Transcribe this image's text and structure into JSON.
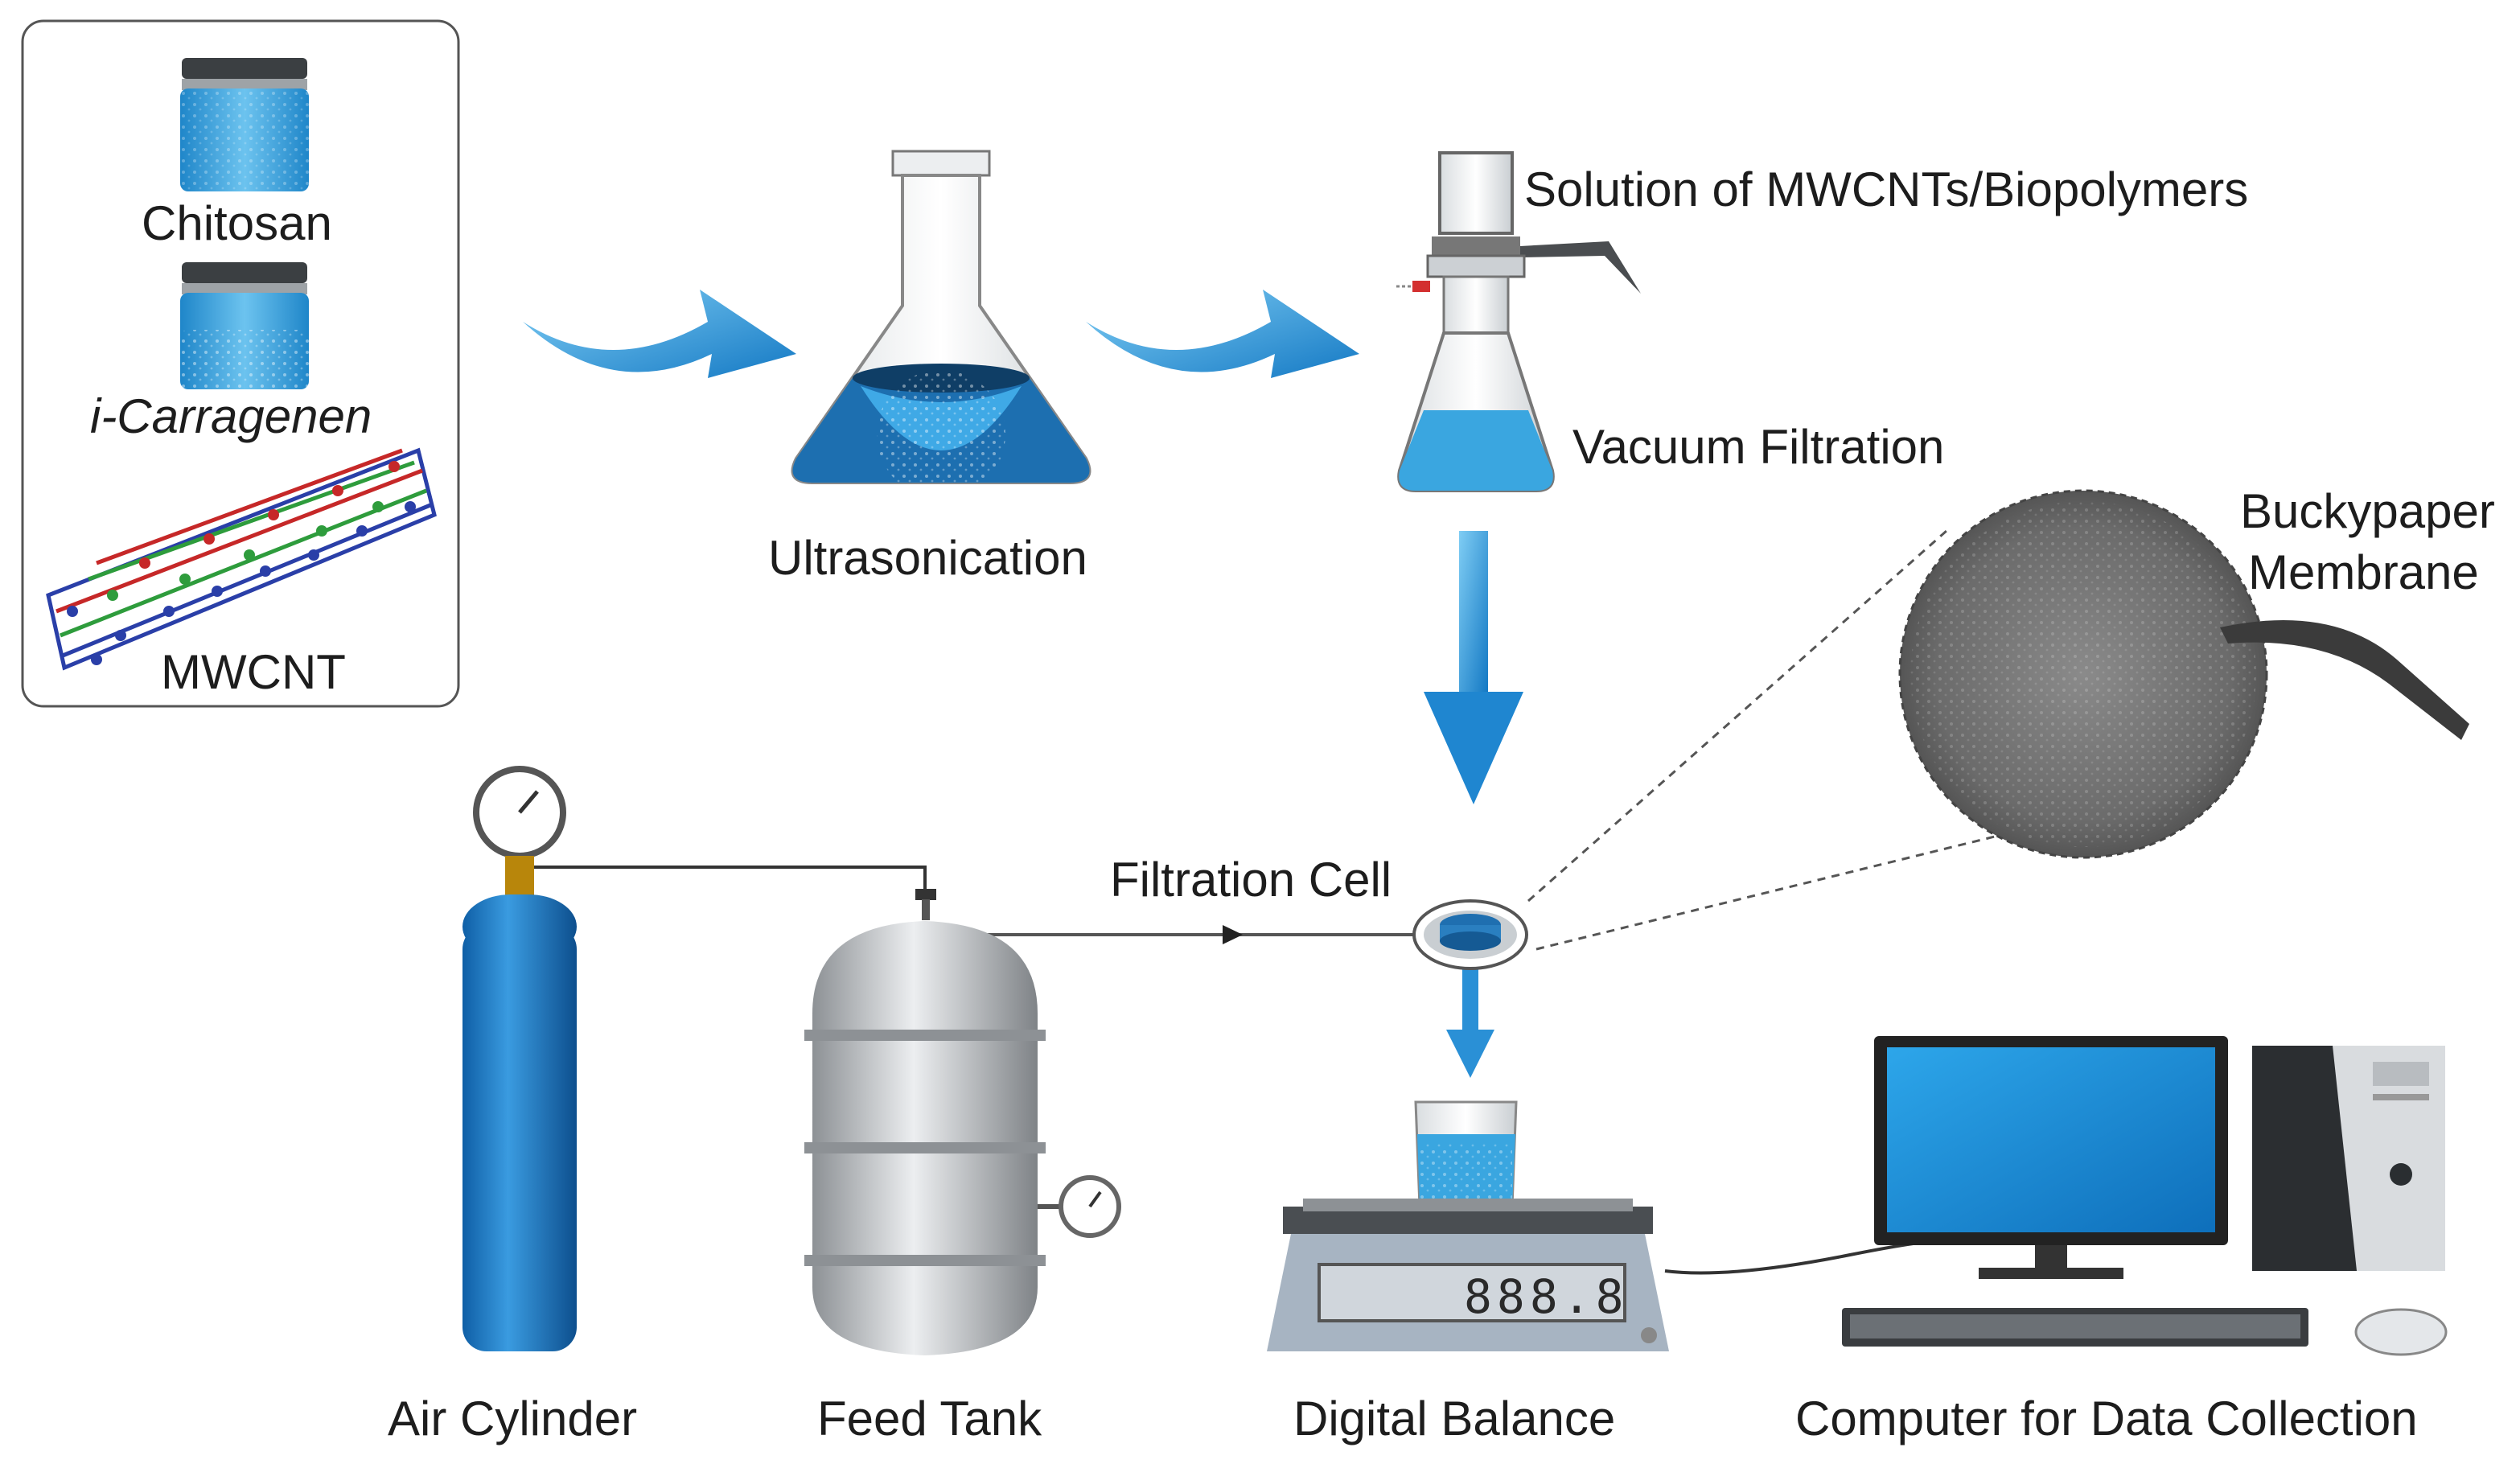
{
  "materials": {
    "chitosan": "Chitosan",
    "carrageenan": "i-Carragenen",
    "mwcnt": "MWCNT"
  },
  "steps": {
    "ultrasonication": "Ultrasonication",
    "solution": "Solution of MWCNTs/Biopolymers",
    "vacuum_filtration": "Vacuum Filtration",
    "buckypaper": [
      "Buckypaper",
      "Membrane"
    ]
  },
  "setup": {
    "filtration_cell": "Filtration Cell",
    "air_cylinder": "Air Cylinder",
    "feed_tank": "Feed Tank",
    "digital_balance": "Digital Balance",
    "computer": "Computer for Data Collection",
    "balance_display": "888.8"
  },
  "colors": {
    "flow_arrow": "#1e8fd6",
    "liquid": "#3aa6e0",
    "cylinder": "#1f7fc9",
    "tank": "#c4c7ca",
    "line": "#333333"
  }
}
